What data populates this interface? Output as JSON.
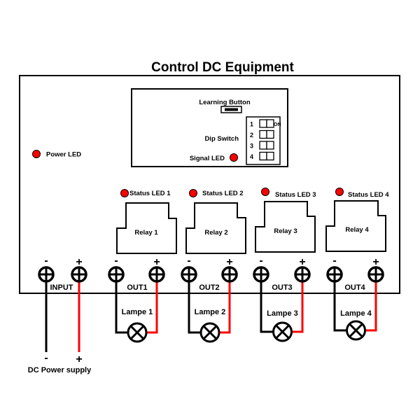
{
  "title": "Control DC Equipment",
  "module": {
    "learning_button_label": "Learning Button",
    "dip_switch_label": "Dip Switch",
    "dip_on_label": "ON",
    "dip_positions": [
      "1",
      "2",
      "3",
      "4"
    ],
    "signal_led_label": "Signal LED"
  },
  "power_led_label": "Power LED",
  "relays": [
    {
      "label": "Relay 1",
      "status_led_label": "Status LED 1"
    },
    {
      "label": "Relay 2",
      "status_led_label": "Status LED 2"
    },
    {
      "label": "Relay 3",
      "status_led_label": "Status LED 3"
    },
    {
      "label": "Relay 4",
      "status_led_label": "Status LED 4"
    }
  ],
  "terminals": {
    "minus": "-",
    "plus": "+",
    "input_label": "INPUT",
    "outputs": [
      "OUT1",
      "OUT2",
      "OUT3",
      "OUT4"
    ]
  },
  "lamps": [
    "Lampe 1",
    "Lampe 2",
    "Lampe 3",
    "Lampe 4"
  ],
  "power_supply": {
    "minus": "-",
    "plus": "+",
    "label": "DC Power supply"
  },
  "colors": {
    "led": "#ff0000",
    "positive_wire": "#ff0000",
    "negative_wire": "#000000"
  }
}
